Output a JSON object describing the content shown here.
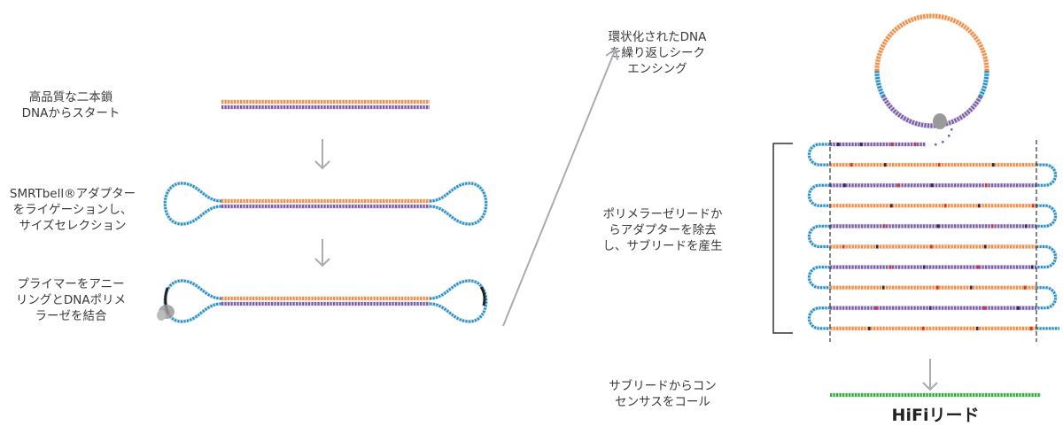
{
  "steps": {
    "start": "高品質な二本鎖\nDNAからスタート",
    "ligate": "SMRTbell®アダプター\nをライゲーションし、\nサイズセレクション",
    "anneal": "プライマーをアニー\nリングとDNAポリメ\nラーゼを結合",
    "circular": "環状化されたDNA\nを繰り返しシーク\nエンシング",
    "subreads": "ポリメラーゼリードか\nらアダプターを除去\nし、サブリードを産生",
    "consensus": "サブリードからコン\nセンサスをコール",
    "hifi_label": "HiFiリード"
  },
  "colors": {
    "insert_top": "#f0904a",
    "insert_bottom": "#7b5ea7",
    "adapter": "#2a8fc4",
    "error": "#d9342b",
    "hifi": "#3aa845",
    "arrow": "#a9acb0",
    "polymerase": "#9a9a9a"
  }
}
